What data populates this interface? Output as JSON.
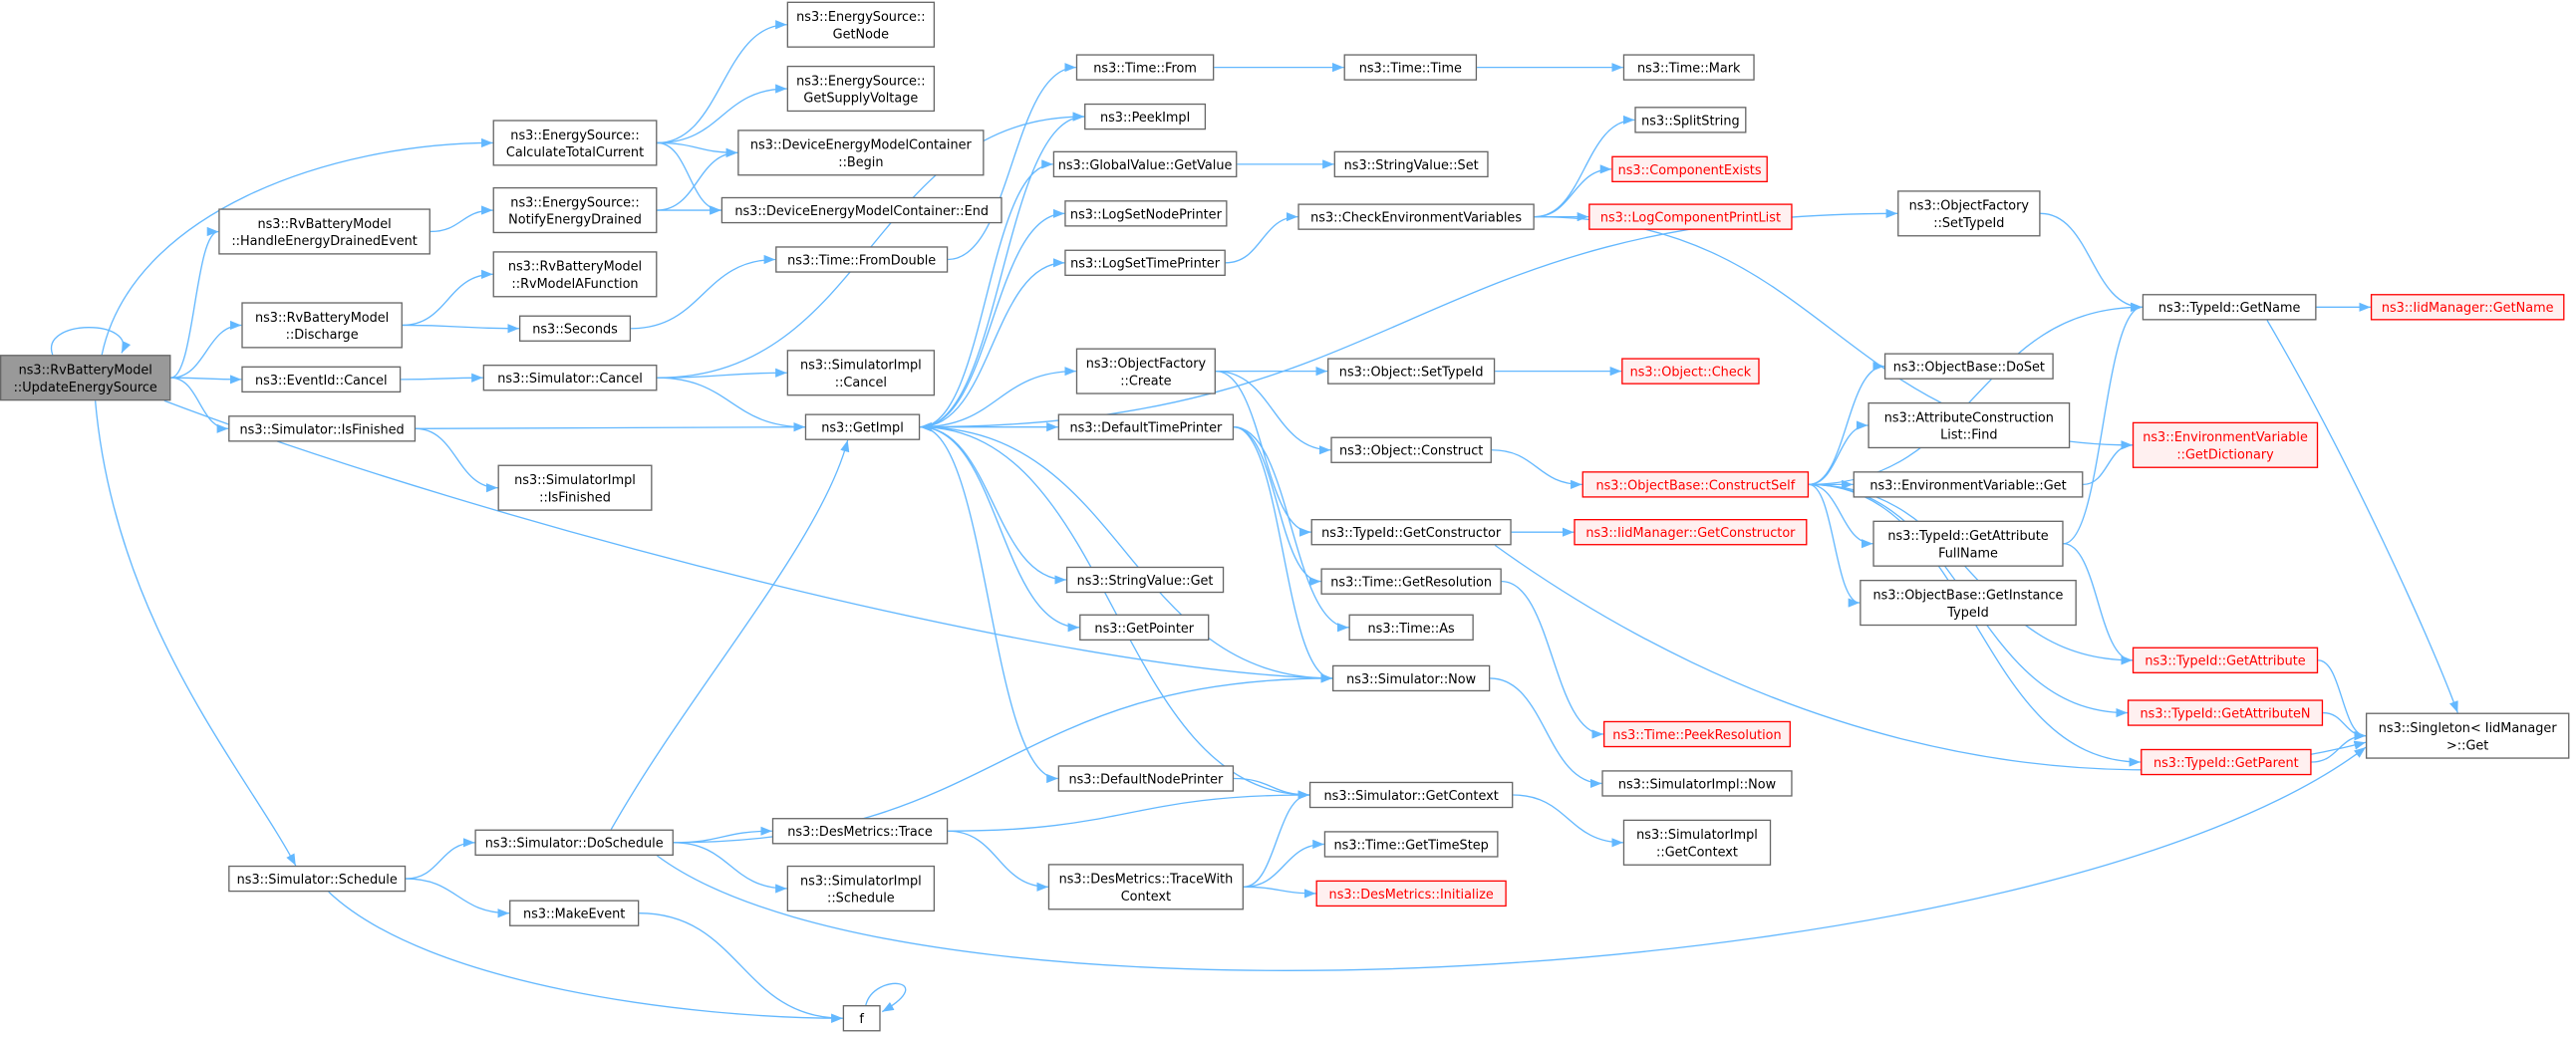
{
  "graph": {
    "colors": {
      "background": "#ffffff",
      "edge": "#63b8ff",
      "node_border": "#666666",
      "node_fill": "#ffffff",
      "root_fill": "#999999",
      "truncated_border": "#ff0000",
      "truncated_fill": "#fff0f0",
      "truncated_text": "#ff0000",
      "text": "#000000"
    },
    "nodes": [
      {
        "lines": [
          "ns3::RvBatteryModel",
          "::UpdateEnergySource"
        ],
        "root": true
      },
      {
        "lines": [
          "ns3::EnergySource::",
          "CalculateTotalCurrent"
        ]
      },
      {
        "lines": [
          "ns3::RvBatteryModel",
          "::HandleEnergyDrainedEvent"
        ]
      },
      {
        "lines": [
          "ns3::RvBatteryModel",
          "::Discharge"
        ]
      },
      {
        "lines": [
          "ns3::EventId::Cancel"
        ]
      },
      {
        "lines": [
          "ns3::Simulator::IsFinished"
        ]
      },
      {
        "lines": [
          "ns3::Simulator::Schedule"
        ]
      },
      {
        "lines": [
          "ns3::EnergySource::",
          "GetNode"
        ]
      },
      {
        "lines": [
          "ns3::EnergySource::",
          "GetSupplyVoltage"
        ]
      },
      {
        "lines": [
          "ns3::DeviceEnergyModelContainer",
          "::Begin"
        ]
      },
      {
        "lines": [
          "ns3::DeviceEnergyModelContainer::End"
        ]
      },
      {
        "lines": [
          "ns3::EnergySource::",
          "NotifyEnergyDrained"
        ]
      },
      {
        "lines": [
          "ns3::RvBatteryModel",
          "::RvModelAFunction"
        ]
      },
      {
        "lines": [
          "ns3::Seconds"
        ]
      },
      {
        "lines": [
          "ns3::Simulator::Cancel"
        ]
      },
      {
        "lines": [
          "ns3::SimulatorImpl",
          "::IsFinished"
        ]
      },
      {
        "lines": [
          "ns3::Time::FromDouble"
        ]
      },
      {
        "lines": [
          "ns3::SimulatorImpl",
          "::Cancel"
        ]
      },
      {
        "lines": [
          "ns3::GetImpl"
        ]
      },
      {
        "lines": [
          "ns3::Simulator::DoSchedule"
        ]
      },
      {
        "lines": [
          "ns3::MakeEvent"
        ]
      },
      {
        "lines": [
          "ns3::DesMetrics::Trace"
        ]
      },
      {
        "lines": [
          "ns3::SimulatorImpl",
          "::Schedule"
        ]
      },
      {
        "lines": [
          "f"
        ]
      },
      {
        "lines": [
          "ns3::Time::From"
        ]
      },
      {
        "lines": [
          "ns3::PeekImpl"
        ]
      },
      {
        "lines": [
          "ns3::GlobalValue::GetValue"
        ]
      },
      {
        "lines": [
          "ns3::LogSetNodePrinter"
        ]
      },
      {
        "lines": [
          "ns3::LogSetTimePrinter"
        ]
      },
      {
        "lines": [
          "ns3::ObjectFactory",
          "::Create"
        ]
      },
      {
        "lines": [
          "ns3::DefaultTimePrinter"
        ]
      },
      {
        "lines": [
          "ns3::StringValue::Get"
        ]
      },
      {
        "lines": [
          "ns3::GetPointer"
        ]
      },
      {
        "lines": [
          "ns3::DefaultNodePrinter"
        ]
      },
      {
        "lines": [
          "ns3::DesMetrics::TraceWith",
          "Context"
        ]
      },
      {
        "lines": [
          "ns3::Time::Time"
        ]
      },
      {
        "lines": [
          "ns3::StringValue::Set"
        ]
      },
      {
        "lines": [
          "ns3::CheckEnvironmentVariables"
        ]
      },
      {
        "lines": [
          "ns3::Object::SetTypeId"
        ]
      },
      {
        "lines": [
          "ns3::Object::Construct"
        ]
      },
      {
        "lines": [
          "ns3::TypeId::GetConstructor"
        ]
      },
      {
        "lines": [
          "ns3::Time::GetResolution"
        ]
      },
      {
        "lines": [
          "ns3::Time::As"
        ]
      },
      {
        "lines": [
          "ns3::Simulator::Now"
        ]
      },
      {
        "lines": [
          "ns3::Simulator::GetContext"
        ]
      },
      {
        "lines": [
          "ns3::Time::GetTimeStep"
        ]
      },
      {
        "lines": [
          "ns3::DesMetrics::Initialize"
        ],
        "truncated": true
      },
      {
        "lines": [
          "ns3::Time::Mark"
        ]
      },
      {
        "lines": [
          "ns3::SplitString"
        ]
      },
      {
        "lines": [
          "ns3::ComponentExists"
        ],
        "truncated": true
      },
      {
        "lines": [
          "ns3::LogComponentPrintList"
        ],
        "truncated": true
      },
      {
        "lines": [
          "ns3::Object::Check"
        ],
        "truncated": true
      },
      {
        "lines": [
          "ns3::ObjectBase::ConstructSelf"
        ],
        "truncated": true
      },
      {
        "lines": [
          "ns3::IidManager::GetConstructor"
        ],
        "truncated": true
      },
      {
        "lines": [
          "ns3::Time::PeekResolution"
        ],
        "truncated": true
      },
      {
        "lines": [
          "ns3::SimulatorImpl::Now"
        ]
      },
      {
        "lines": [
          "ns3::SimulatorImpl",
          "::GetContext"
        ]
      },
      {
        "lines": [
          "ns3::ObjectFactory",
          "::SetTypeId"
        ]
      },
      {
        "lines": [
          "ns3::ObjectBase::DoSet"
        ]
      },
      {
        "lines": [
          "ns3::AttributeConstruction",
          "List::Find"
        ]
      },
      {
        "lines": [
          "ns3::EnvironmentVariable::Get"
        ]
      },
      {
        "lines": [
          "ns3::TypeId::GetAttribute",
          "FullName"
        ]
      },
      {
        "lines": [
          "ns3::ObjectBase::GetInstance",
          "TypeId"
        ]
      },
      {
        "lines": [
          "ns3::TypeId::GetName"
        ]
      },
      {
        "lines": [
          "ns3::EnvironmentVariable",
          "::GetDictionary"
        ],
        "truncated": true
      },
      {
        "lines": [
          "ns3::TypeId::GetAttribute"
        ],
        "truncated": true
      },
      {
        "lines": [
          "ns3::TypeId::GetAttributeN"
        ],
        "truncated": true
      },
      {
        "lines": [
          "ns3::TypeId::GetParent"
        ],
        "truncated": true
      },
      {
        "lines": [
          "ns3::IidManager::GetName"
        ],
        "truncated": true
      },
      {
        "lines": [
          "ns3::Singleton< IidManager",
          ">::Get"
        ]
      }
    ],
    "edges": [
      [
        0,
        0
      ],
      [
        0,
        1
      ],
      [
        0,
        2
      ],
      [
        0,
        3
      ],
      [
        0,
        4
      ],
      [
        0,
        5
      ],
      [
        0,
        43
      ],
      [
        0,
        6
      ],
      [
        1,
        7
      ],
      [
        1,
        8
      ],
      [
        1,
        9
      ],
      [
        1,
        10
      ],
      [
        2,
        11
      ],
      [
        11,
        9
      ],
      [
        11,
        10
      ],
      [
        3,
        12
      ],
      [
        3,
        13
      ],
      [
        13,
        16
      ],
      [
        16,
        24
      ],
      [
        4,
        14
      ],
      [
        14,
        25
      ],
      [
        14,
        17
      ],
      [
        14,
        18
      ],
      [
        5,
        18
      ],
      [
        5,
        15
      ],
      [
        6,
        19
      ],
      [
        6,
        20
      ],
      [
        6,
        23
      ],
      [
        19,
        18
      ],
      [
        19,
        43
      ],
      [
        19,
        21
      ],
      [
        19,
        22
      ],
      [
        19,
        69
      ],
      [
        20,
        23
      ],
      [
        23,
        23
      ],
      [
        21,
        44
      ],
      [
        21,
        34
      ],
      [
        34,
        44
      ],
      [
        34,
        45
      ],
      [
        34,
        46
      ],
      [
        18,
        25
      ],
      [
        18,
        26
      ],
      [
        18,
        27
      ],
      [
        18,
        28
      ],
      [
        18,
        57
      ],
      [
        18,
        29
      ],
      [
        18,
        30
      ],
      [
        18,
        31
      ],
      [
        18,
        32
      ],
      [
        18,
        33
      ],
      [
        24,
        35
      ],
      [
        35,
        47
      ],
      [
        26,
        36
      ],
      [
        28,
        37
      ],
      [
        37,
        48
      ],
      [
        37,
        49
      ],
      [
        37,
        50
      ],
      [
        37,
        64
      ],
      [
        29,
        38
      ],
      [
        29,
        39
      ],
      [
        29,
        40
      ],
      [
        38,
        51
      ],
      [
        39,
        52
      ],
      [
        40,
        53
      ],
      [
        40,
        69
      ],
      [
        30,
        43
      ],
      [
        30,
        42
      ],
      [
        30,
        41
      ],
      [
        41,
        54
      ],
      [
        43,
        18
      ],
      [
        43,
        55
      ],
      [
        33,
        44
      ],
      [
        44,
        18
      ],
      [
        44,
        56
      ],
      [
        57,
        63
      ],
      [
        52,
        63
      ],
      [
        52,
        58
      ],
      [
        52,
        59
      ],
      [
        52,
        60
      ],
      [
        52,
        61
      ],
      [
        52,
        62
      ],
      [
        52,
        65
      ],
      [
        52,
        66
      ],
      [
        52,
        67
      ],
      [
        60,
        64
      ],
      [
        61,
        63
      ],
      [
        61,
        65
      ],
      [
        63,
        68
      ],
      [
        63,
        69
      ],
      [
        65,
        69
      ],
      [
        66,
        69
      ],
      [
        67,
        69
      ]
    ]
  }
}
